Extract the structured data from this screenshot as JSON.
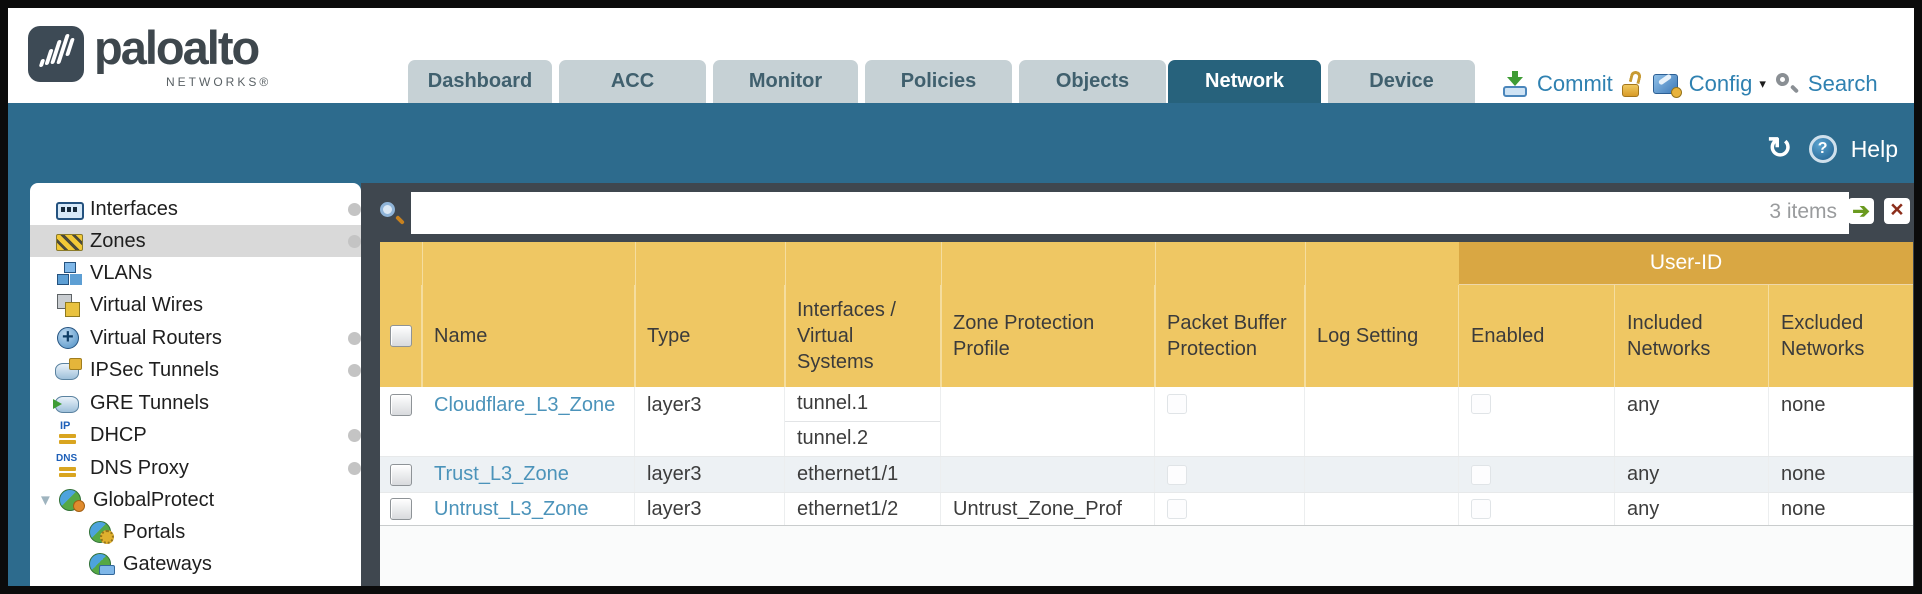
{
  "brand": {
    "wordmark": "paloalto",
    "networks_label": "NETWORKS®"
  },
  "nav": {
    "tabs": [
      {
        "label": "Dashboard",
        "active": false
      },
      {
        "label": "ACC",
        "active": false
      },
      {
        "label": "Monitor",
        "active": false
      },
      {
        "label": "Policies",
        "active": false
      },
      {
        "label": "Objects",
        "active": false
      },
      {
        "label": "Network",
        "active": true
      },
      {
        "label": "Device",
        "active": false
      }
    ]
  },
  "toolbar": {
    "commit_label": "Commit",
    "config_label": "Config",
    "config_caret": "▾",
    "search_label": "Search"
  },
  "tealbar": {
    "refresh_glyph": "↻",
    "help_glyph": "?",
    "help_label": "Help"
  },
  "sidebar": {
    "items": [
      {
        "label": "Interfaces"
      },
      {
        "label": "Zones"
      },
      {
        "label": "VLANs"
      },
      {
        "label": "Virtual Wires"
      },
      {
        "label": "Virtual Routers"
      },
      {
        "label": "IPSec Tunnels"
      },
      {
        "label": "GRE Tunnels"
      },
      {
        "label": "DHCP"
      },
      {
        "label": "DNS Proxy"
      },
      {
        "label": "GlobalProtect",
        "expander": "▼"
      },
      {
        "label": "Portals"
      },
      {
        "label": "Gateways"
      }
    ]
  },
  "filter": {
    "value": "",
    "count_label": "3 items",
    "go_glyph": "➔",
    "clear_glyph": "×"
  },
  "table": {
    "user_id_group_label": "User-ID",
    "columns": [
      "",
      "Name",
      "Type",
      "Interfaces / Virtual Systems",
      "Zone Protection Profile",
      "Packet Buffer Protection",
      "Log Setting",
      "Enabled",
      "Included Networks",
      "Excluded Networks"
    ],
    "rows": [
      {
        "name": "Cloudflare_L3_Zone",
        "type": "layer3",
        "interfaces": [
          "tunnel.1",
          "tunnel.2"
        ],
        "zone_protection_profile": "",
        "log_setting": "",
        "included_networks": "any",
        "excluded_networks": "none"
      },
      {
        "name": "Trust_L3_Zone",
        "type": "layer3",
        "interfaces": [
          "ethernet1/1"
        ],
        "zone_protection_profile": "",
        "log_setting": "",
        "included_networks": "any",
        "excluded_networks": "none"
      },
      {
        "name": "Untrust_L3_Zone",
        "type": "layer3",
        "interfaces": [
          "ethernet1/2"
        ],
        "zone_protection_profile": "Untrust_Zone_Prof",
        "log_setting": "",
        "included_networks": "any",
        "excluded_networks": "none"
      }
    ]
  },
  "colors": {
    "teal_bar": "#2d6b8d",
    "active_tab": "#27627c",
    "header_gold": "#efc763",
    "user_id_gold": "#d9a743",
    "slate_panel": "#3f474f",
    "link_blue": "#4b93ba"
  }
}
